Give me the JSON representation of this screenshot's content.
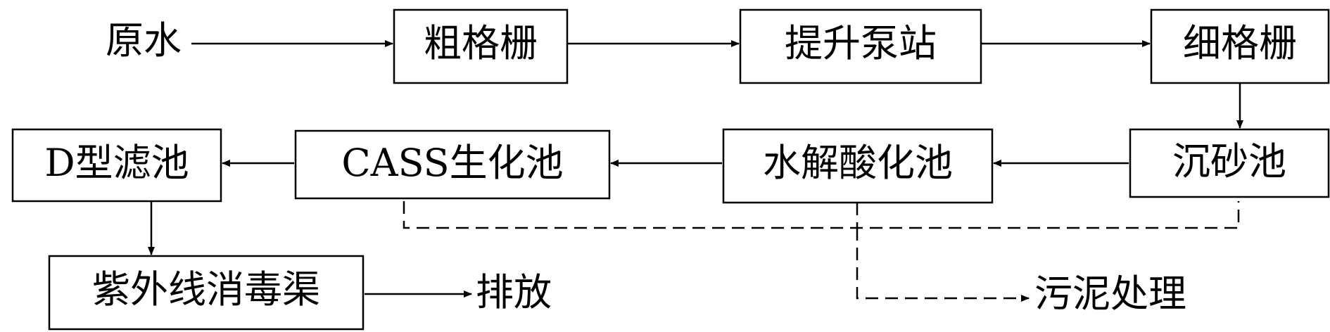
{
  "nodes": {
    "coarse_screen": "粗格栅",
    "lift_pump": "提升泵站",
    "fine_screen": "细格栅",
    "grit_chamber": "沉砂池",
    "hydrolysis_tank": "水解酸化池",
    "cass_tank": "CASS生化池",
    "d_filter": "D型滤池",
    "uv_channel": "紫外线消毒渠"
  },
  "labels": {
    "raw_water": "原水",
    "discharge": "排放",
    "sludge_treatment": "污泥处理"
  }
}
